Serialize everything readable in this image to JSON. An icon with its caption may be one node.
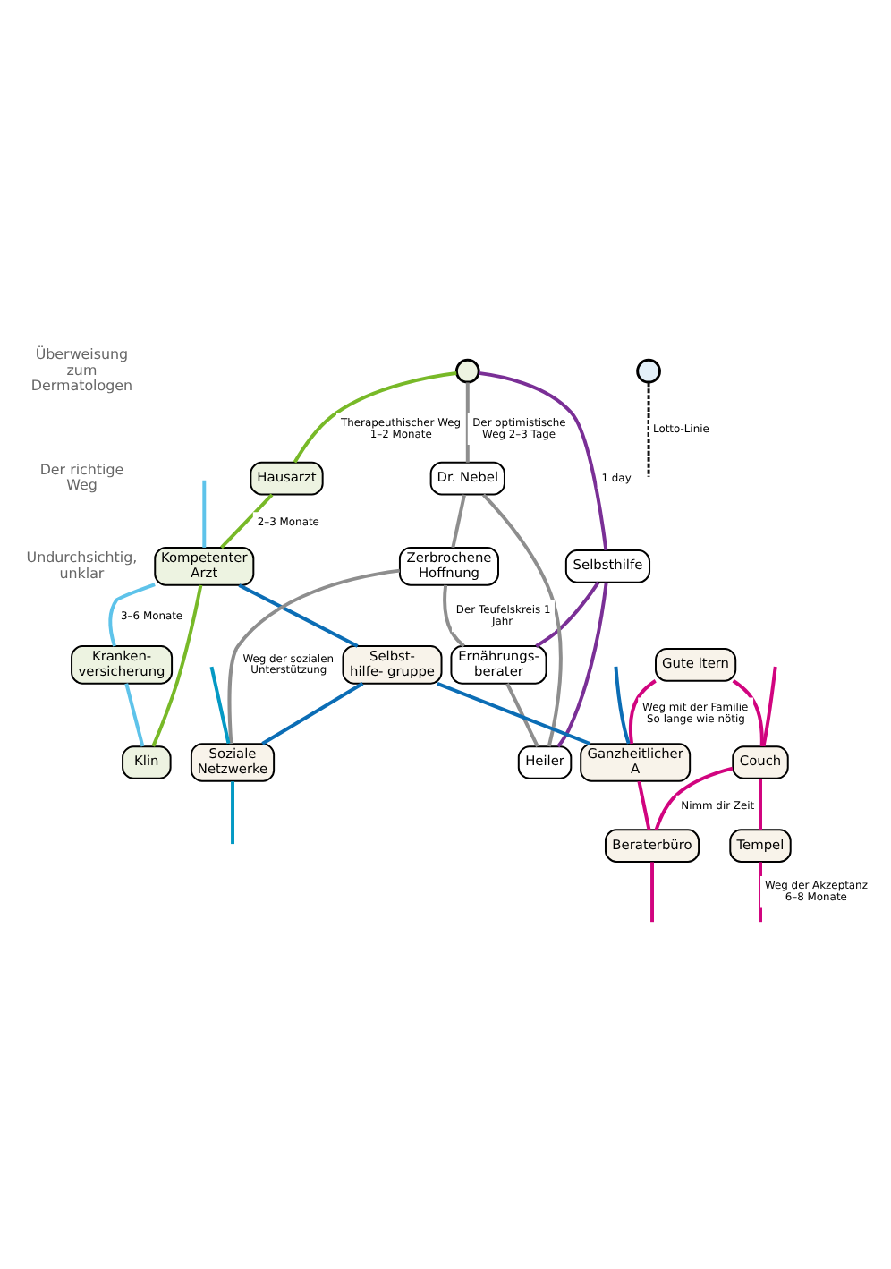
{
  "diagram": {
    "nodes": [
      {
        "text": [],
        "shape": "circle"
      },
      {
        "text": [
          "Hausarzt"
        ]
      },
      {
        "text": [
          "Kompetenter Arzt"
        ]
      },
      {
        "text": [
          "Kranken- versicherung"
        ]
      },
      {
        "text": [
          "Klin"
        ]
      },
      {
        "text": [
          "Dr. Nebel"
        ]
      },
      {
        "text": [
          "Selbsthilfe"
        ]
      },
      {
        "text": [
          "Heiler"
        ]
      },
      {
        "text": [
          "Ernährungs- berater"
        ]
      },
      {
        "text": [
          "Zerbrochene Hoffnung"
        ]
      },
      {
        "text": [
          "Selbst- hilfe- gruppe"
        ]
      },
      {
        "text": [
          "Soziale Netzwerke"
        ]
      },
      {
        "text": [
          "Gute ltern"
        ]
      },
      {
        "text": [
          "Couch"
        ]
      },
      {
        "text": [
          "Tempel"
        ]
      },
      {
        "text": [
          "Ganzheitlicher A"
        ]
      },
      {
        "text": [
          "Beraterbüro"
        ]
      },
      {
        "text": [],
        "shape": "circle"
      }
    ],
    "edges": [
      {
        "from": 0,
        "to": 1,
        "arrow": "none",
        "label": "Therapeuthischer Weg 1–2 Monate",
        "color": "#78b928"
      },
      {
        "from": 1,
        "to": 2,
        "arrow": "none",
        "label": "2–3 Monate",
        "color": "#78b928"
      },
      {
        "from": 2,
        "to": 4,
        "arrow": "none",
        "color": "#78b928"
      },
      {
        "from": null,
        "to": 2,
        "arrow": "none",
        "color": "#5ec3ea"
      },
      {
        "from": 2,
        "to": 3,
        "arrow": "none",
        "label": "3–6 Monate",
        "color": "#5ec3ea"
      },
      {
        "from": 3,
        "to": 4,
        "arrow": "none",
        "color": "#5ec3ea"
      },
      {
        "from": 0,
        "to": 5,
        "arrow": "none",
        "label": "Der optimistische Weg 2–3 Tage",
        "color": "#8e8e8e"
      },
      {
        "from": 0,
        "to": 6,
        "arrow": "none",
        "label": "1 day",
        "color": "#7a2f96"
      },
      {
        "from": 6,
        "to": 7,
        "arrow": "none",
        "color": "#7a2f96"
      },
      {
        "from": 6,
        "to": 8,
        "arrow": "none",
        "color": "#7a2f96"
      },
      {
        "from": 5,
        "to": 9,
        "arrow": "none",
        "color": "#8e8e8e"
      },
      {
        "from": 9,
        "to": 8,
        "arrow": "none",
        "label": "Der Teufelskreis 1 Jahr",
        "color": "#8e8e8e"
      },
      {
        "from": 8,
        "to": 7,
        "arrow": "none",
        "color": "#8e8e8e"
      },
      {
        "from": 7,
        "to": 5,
        "arrow": "none",
        "color": "#8e8e8e"
      },
      {
        "from": 9,
        "to": 11,
        "arrow": "none",
        "label": "Weg der sozialen Unterstützung",
        "color": "#8e8e8e"
      },
      {
        "from": 17,
        "to": null,
        "arrow": "none",
        "style": "dashed",
        "label": "Lotto-Linie",
        "color": "#111111"
      },
      {
        "from": 2,
        "to": 10,
        "arrow": "none",
        "color": "#0b6db5"
      },
      {
        "from": 10,
        "to": 11,
        "arrow": "none",
        "color": "#0b6db5"
      },
      {
        "from": 10,
        "to": 15,
        "arrow": "none",
        "color": "#0b6db5"
      },
      {
        "from": null,
        "to": 15,
        "arrow": "none",
        "color": "#0b6db5"
      },
      {
        "from": null,
        "to": 11,
        "arrow": "none",
        "color": "#0499c4"
      },
      {
        "from": 11,
        "to": null,
        "arrow": "none",
        "color": "#0499c4"
      },
      {
        "from": null,
        "to": 13,
        "arrow": "none",
        "color": "#d1047f"
      },
      {
        "from": 12,
        "to": 13,
        "arrow": "none",
        "color": "#d1047f"
      },
      {
        "from": 13,
        "to": 14,
        "arrow": "none",
        "color": "#d1047f"
      },
      {
        "from": 12,
        "to": 15,
        "arrow": "none",
        "label": "Weg mit der Familie So lange wie nötig",
        "color": "#d1047f"
      },
      {
        "from": 13,
        "to": 16,
        "arrow": "none",
        "label": "Nimm dir Zeit",
        "color": "#d1047f"
      },
      {
        "from": 15,
        "to": 16,
        "arrow": "none",
        "color": "#d1047f"
      },
      {
        "from": 16,
        "to": null,
        "arrow": "none",
        "color": "#d1047f"
      },
      {
        "from": 14,
        "to": null,
        "arrow": "none",
        "label": "Weg der Akzeptanz 6–8 Monate",
        "color": "#d1047f"
      }
    ],
    "labels": [
      "Überweisung zum Dermatologen",
      "Der richtige Weg",
      "Undurchsichtig, unklar"
    ]
  }
}
